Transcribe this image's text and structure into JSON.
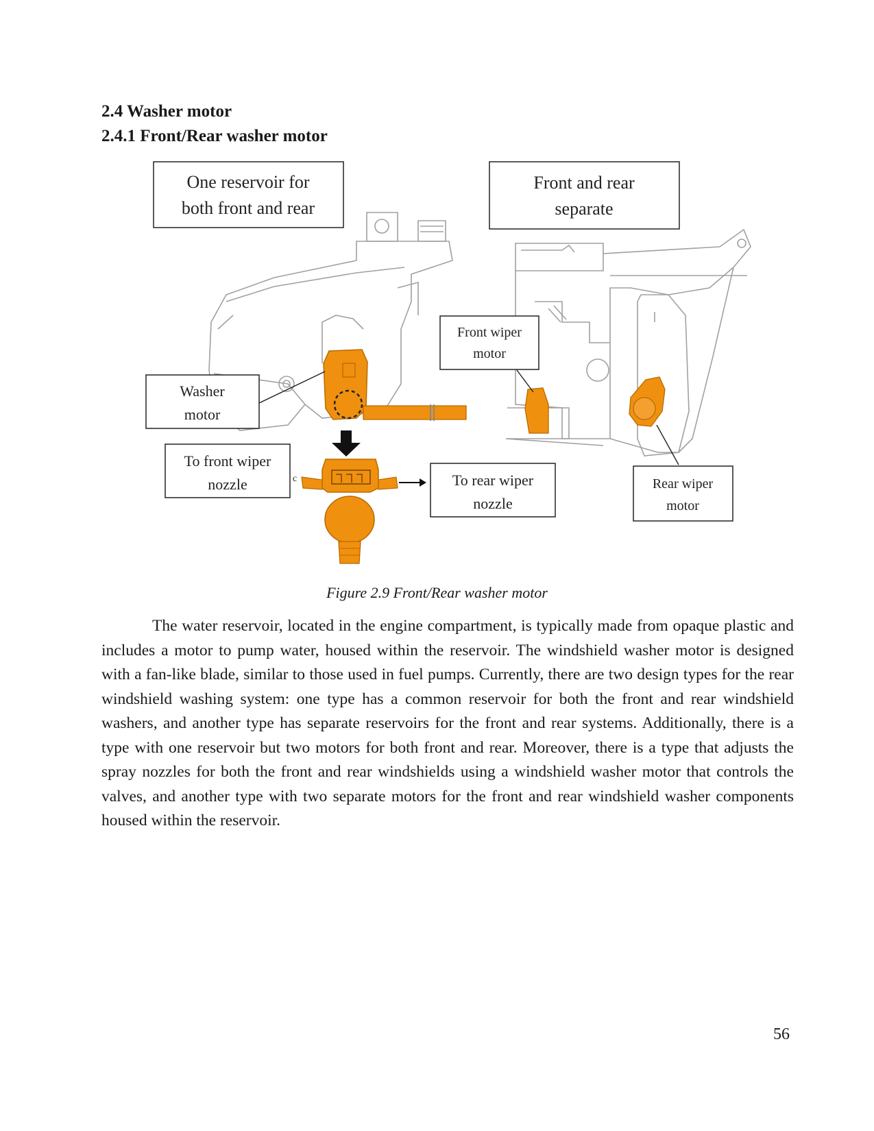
{
  "headings": {
    "section": "2.4 Washer motor",
    "subsection": "2.4.1 Front/Rear washer motor"
  },
  "figure": {
    "labels": {
      "one_reservoir": [
        "One reservoir for",
        "both front and rear"
      ],
      "separate": [
        "Front and rear",
        "separate"
      ],
      "washer_motor": [
        "Washer",
        "motor"
      ],
      "front_wiper_motor": [
        "Front wiper",
        "motor"
      ],
      "to_front_nozzle": [
        "To front wiper",
        "nozzle"
      ],
      "to_rear_nozzle": [
        "To rear wiper",
        "nozzle"
      ],
      "rear_wiper_motor": [
        "Rear wiper",
        "motor"
      ]
    },
    "colors": {
      "motor": "#f0900f",
      "motor_outline": "#b86a00",
      "sketch": "#9a9a9a"
    },
    "caption": "Figure 2.9 Front/Rear washer motor"
  },
  "body": {
    "paragraph": "The water reservoir, located in the engine compartment, is typically made from opaque plastic and includes a motor to pump water, housed within the reservoir. The windshield washer motor is designed with a fan-like blade, similar to those used in fuel pumps. Currently, there are two design types for the rear windshield washing system: one type has a common reservoir for both the front and rear windshield washers, and another type has separate reservoirs for the front and rear systems. Additionally, there is a type with one reservoir but two motors for both front and rear. Moreover, there is a type that adjusts the spray nozzles for both the front and rear windshields using a windshield washer motor that controls the valves, and another type with two separate motors for the front and rear windshield washer components housed within the reservoir."
  },
  "page_number": "56"
}
